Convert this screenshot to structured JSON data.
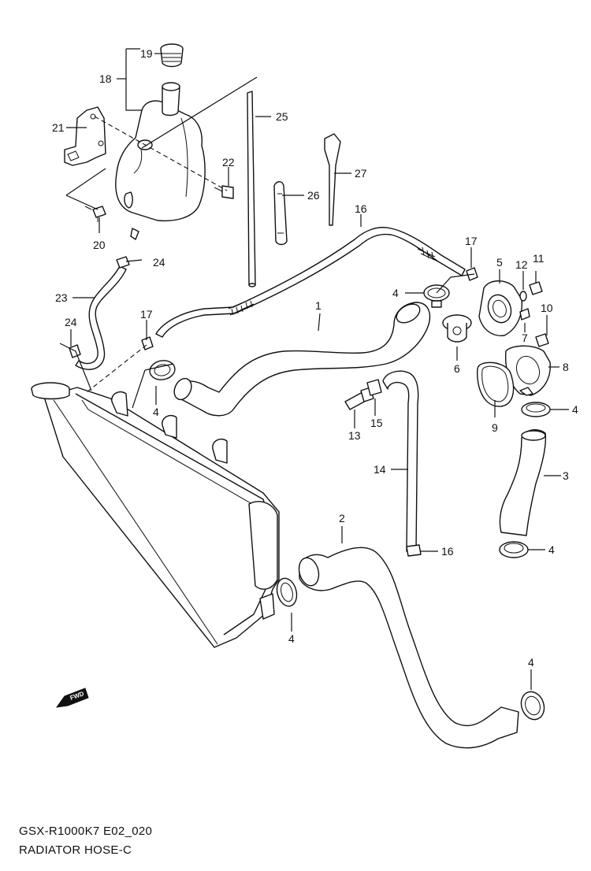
{
  "caption": {
    "code": "GSX-R1000K7 E02_020",
    "name": "RADIATOR HOSE-C"
  },
  "fwd_badge": "FWD",
  "callouts": {
    "c1": "1",
    "c2": "2",
    "c3": "3",
    "c4a": "4",
    "c4b": "4",
    "c4c": "4",
    "c4d": "4",
    "c4e": "4",
    "c4f": "4",
    "c5": "5",
    "c6": "6",
    "c7": "7",
    "c8": "8",
    "c9": "9",
    "c10": "10",
    "c11": "11",
    "c12": "12",
    "c13": "13",
    "c14": "14",
    "c15": "15",
    "c16a": "16",
    "c16b": "16",
    "c17a": "17",
    "c17b": "17",
    "c18": "18",
    "c19": "19",
    "c20": "20",
    "c21": "21",
    "c22": "22",
    "c23": "23",
    "c24a": "24",
    "c24b": "24",
    "c25": "25",
    "c26": "26",
    "c27": "27"
  }
}
